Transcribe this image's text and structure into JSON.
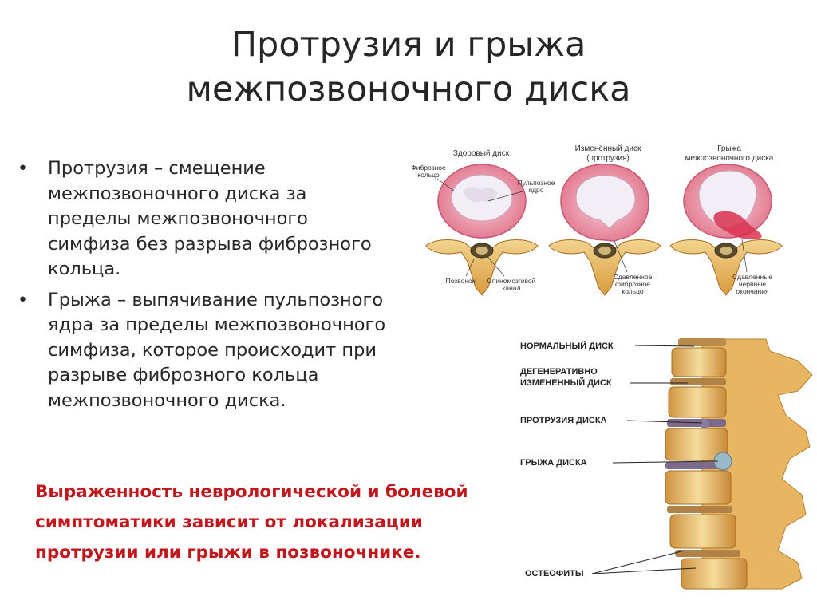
{
  "title": {
    "line1": "Протрузия и грыжа",
    "line2": "межпозвоночного диска"
  },
  "bullets": [
    {
      "text": "Протрузия – смещение межпозвоночного диска за пределы межпозвоночного симфиза без разрыва фиброзного кольца."
    },
    {
      "text": " Грыжа – выпячивание пульпозного ядра за пределы межпозвоночного симфиза, которое происходит при разрыве фиброзного кольца межпозвоночного диска."
    }
  ],
  "warning": "Выраженность неврологической и болевой симптоматики зависит от локализации протрузии или грыжи в позвоночнике.",
  "disk_figure": {
    "headers": {
      "healthy": "Здоровый диск",
      "changed_1": "Изменённый диск",
      "changed_2": "(протрузия)",
      "hernia_1": "Грыжа",
      "hernia_2": "межпозвоночного диска"
    },
    "labels": {
      "fibrous_1": "Фиброзное",
      "fibrous_2": "кольцо",
      "pulpous_1": "Пульпозное",
      "pulpous_2": "ядро",
      "vertebra": "Позвонок",
      "canal_1": "Спиномозговой",
      "canal_2": "канал",
      "compressed_ring_1": "Сдавленное",
      "compressed_ring_2": "фиброзное",
      "compressed_ring_3": "кольцо",
      "compressed_nerve_1": "Сдавленные",
      "compressed_nerve_2": "нервные",
      "compressed_nerve_3": "окончания"
    }
  },
  "spine_figure": {
    "labels": {
      "normal": "НОРМАЛЬНЫЙ ДИСК",
      "degen_1": "ДЕГЕНЕРАТИВНО",
      "degen_2": "ИЗМЕНЕННЫЙ ДИСК",
      "protrusion": "ПРОТРУЗИЯ ДИСКА",
      "hernia": "ГРЫЖА ДИСКА",
      "osteophytes": "ОСТЕОФИТЫ"
    }
  },
  "colors": {
    "warning": "#c0161c",
    "text": "#262626",
    "disk_ring": "#e88a9e",
    "nucleus": "#f4f0f6",
    "bone": "#e7b45a"
  }
}
